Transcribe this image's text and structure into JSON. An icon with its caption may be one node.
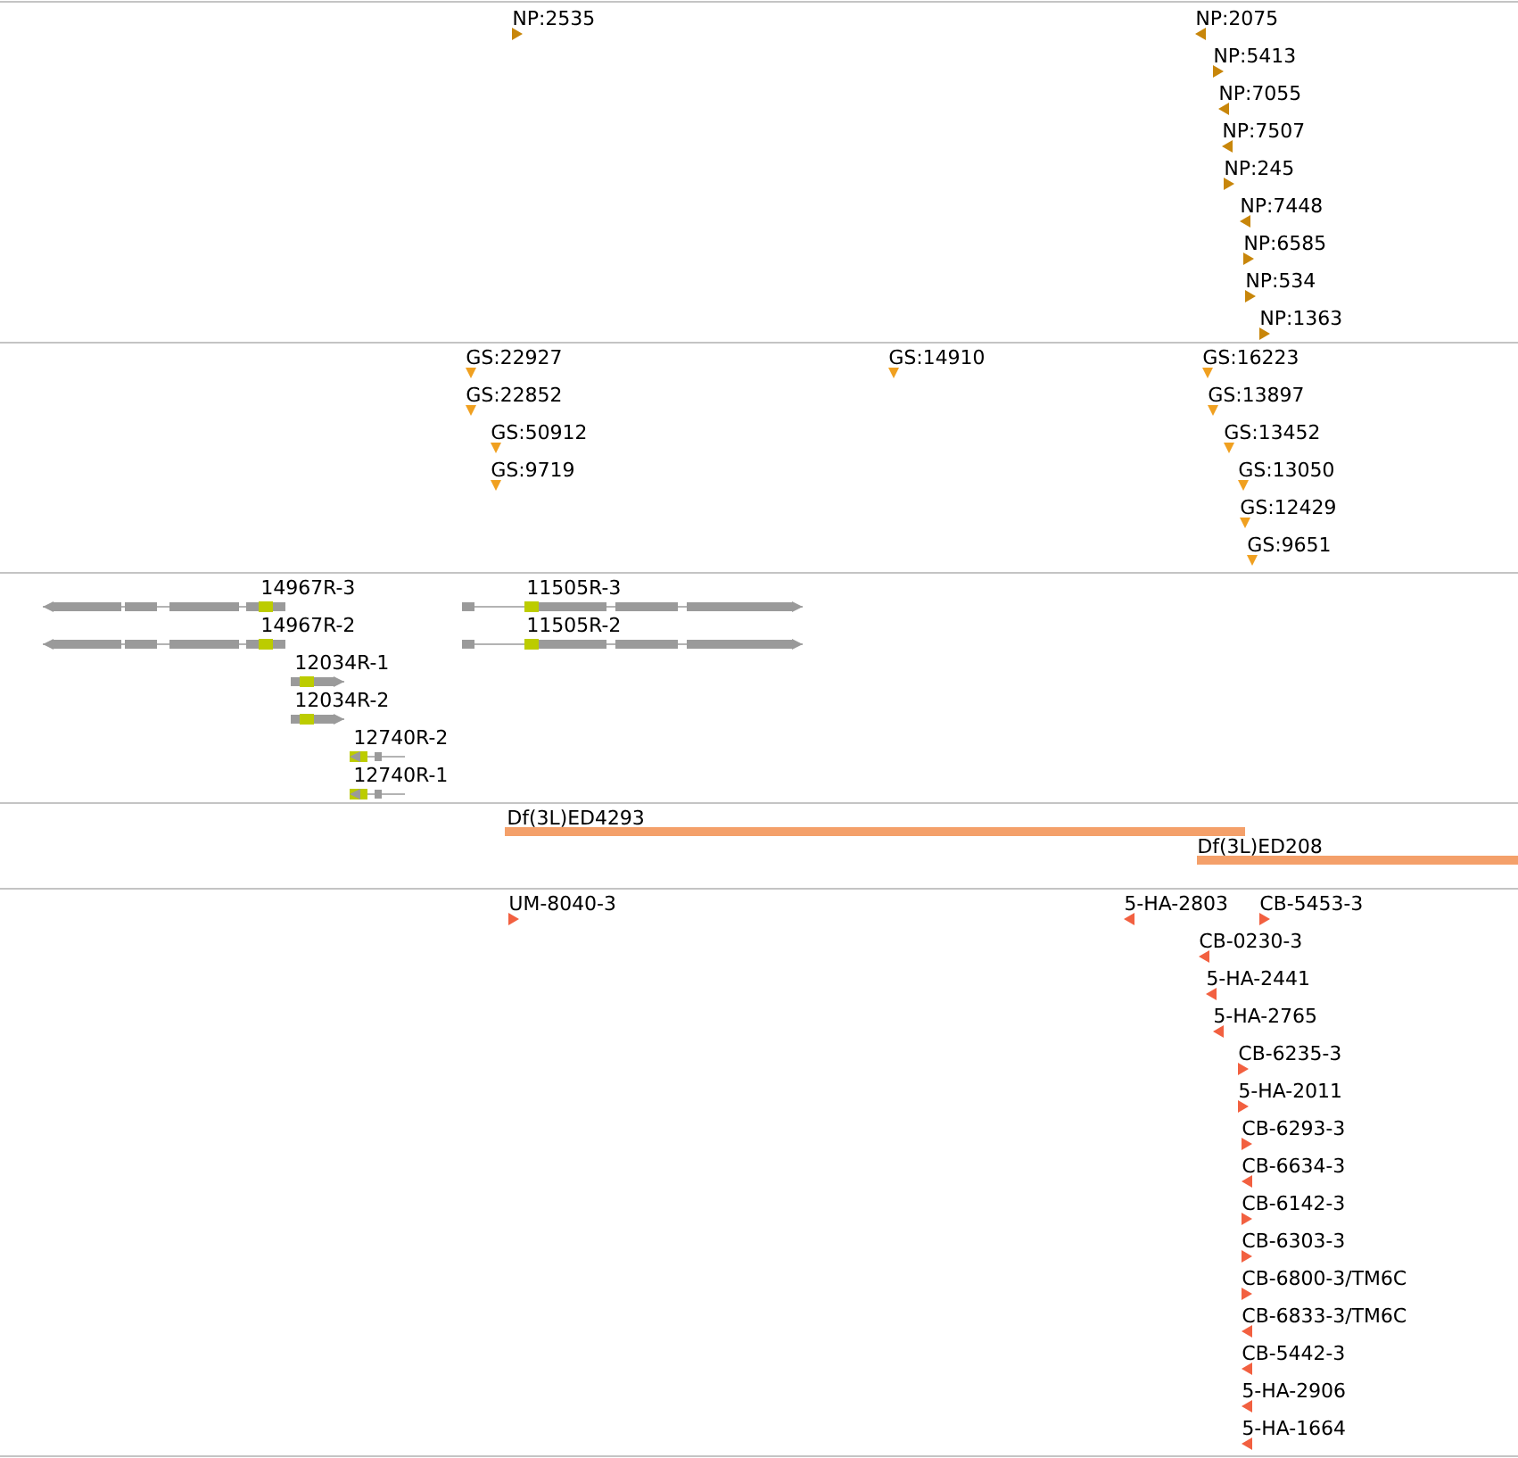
{
  "diagram": {
    "labels": [
      "NP:2535",
      "NP:2075",
      "NP:5413",
      "NP:7055",
      "NP:7507",
      "NP:245",
      "NP:7448",
      "NP:6585",
      "NP:534",
      "NP:1363",
      "GS:22927",
      "GS:14910",
      "GS:16223",
      "GS:22852",
      "GS:13897",
      "GS:50912",
      "GS:13452",
      "GS:9719",
      "GS:13050",
      "GS:12429",
      "GS:9651",
      "14967R-3",
      "11505R-3",
      "14967R-2",
      "11505R-2",
      "12034R-1",
      "12034R-2",
      "12740R-2",
      "12740R-1",
      "Df(3L)ED4293",
      "Df(3L)ED208",
      "UM-8040-3",
      "5-HA-2803",
      "CB-5453-3",
      "CB-0230-3",
      "5-HA-2441",
      "5-HA-2765",
      "CB-6235-3",
      "5-HA-2011",
      "CB-6293-3",
      "CB-6634-3",
      "CB-6142-3",
      "CB-6303-3",
      "CB-6800-3/TM6C",
      "CB-6833-3/TM6C",
      "CB-5442-3",
      "5-HA-2906",
      "5-HA-1664"
    ]
  }
}
